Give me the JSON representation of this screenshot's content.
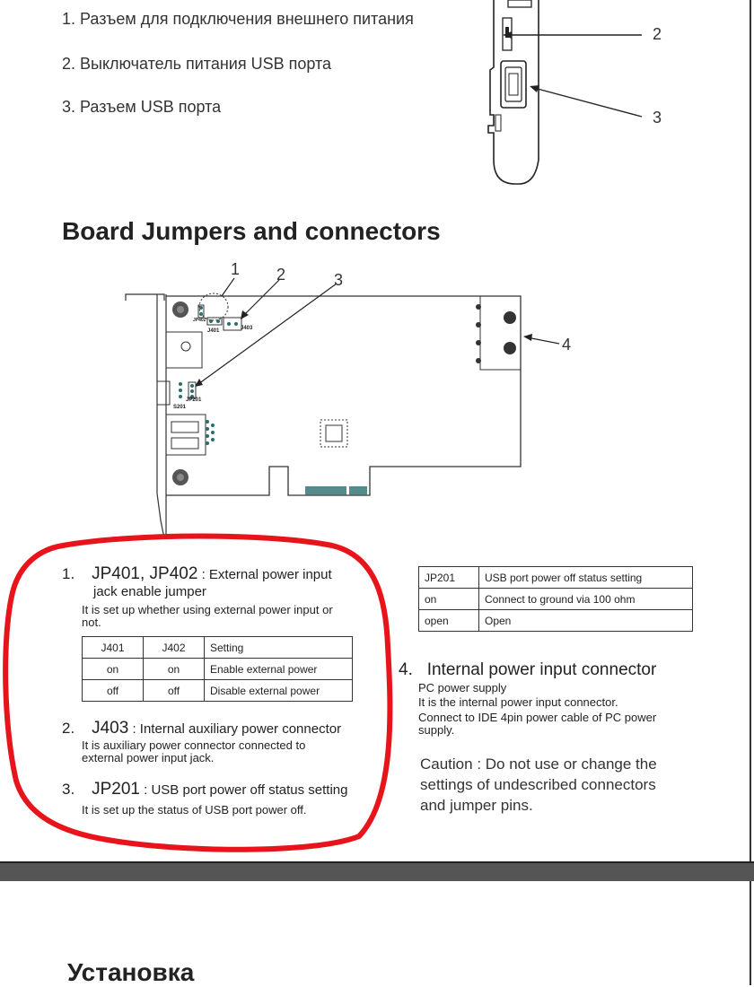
{
  "ru_list": [
    "1. Разъем для подключения внешнего питания",
    "2. Выключатель питания USB порта",
    "3. Разъем USB порта"
  ],
  "top_callouts": [
    "2",
    "3"
  ],
  "section_title": "Board Jumpers and connectors",
  "board_callouts": [
    "1",
    "2",
    "3",
    "4"
  ],
  "board_labels": {
    "j401": "J401",
    "j403": "J403",
    "jp201": "JP201",
    "s201": "S201",
    "jp402": "JP402"
  },
  "items": {
    "i1": {
      "num": "1.",
      "code": "JP401, JP402",
      "title": " : External power input",
      "title2": "jack enable jumper",
      "desc": "It is set up whether using external power input or not."
    },
    "i2": {
      "num": "2.",
      "code": "J403",
      "title": " : Internal auxiliary power connector",
      "desc": "It is auxiliary power connector connected to external power input jack."
    },
    "i3": {
      "num": "3.",
      "code": "JP201",
      "title": " : USB port power off status setting",
      "desc": "It is set up the status of USB port power off."
    },
    "i4": {
      "num": "4.",
      "title": "Internal power input connector",
      "desc1": "PC power supply",
      "desc2": "It is the internal power input connector.",
      "desc3": "Connect to IDE 4pin power cable of PC power supply."
    }
  },
  "j_table": {
    "header": [
      "J401",
      "J402",
      "Setting"
    ],
    "rows": [
      [
        "on",
        "on",
        "Enable external power"
      ],
      [
        "off",
        "off",
        "Disable external power"
      ]
    ]
  },
  "jp_table": {
    "header": [
      "JP201",
      "USB port power off status setting"
    ],
    "rows": [
      [
        "on",
        "Connect to ground via 100 ohm"
      ],
      [
        "open",
        "Open"
      ]
    ]
  },
  "caution": "Caution : Do not use or change the settings of undescribed connectors and jumper pins.",
  "install_title": "Установка",
  "colors": {
    "highlight": "#e8141c",
    "band": "#555555",
    "pcb_line": "#333333",
    "pin": "#2a6e6e"
  }
}
